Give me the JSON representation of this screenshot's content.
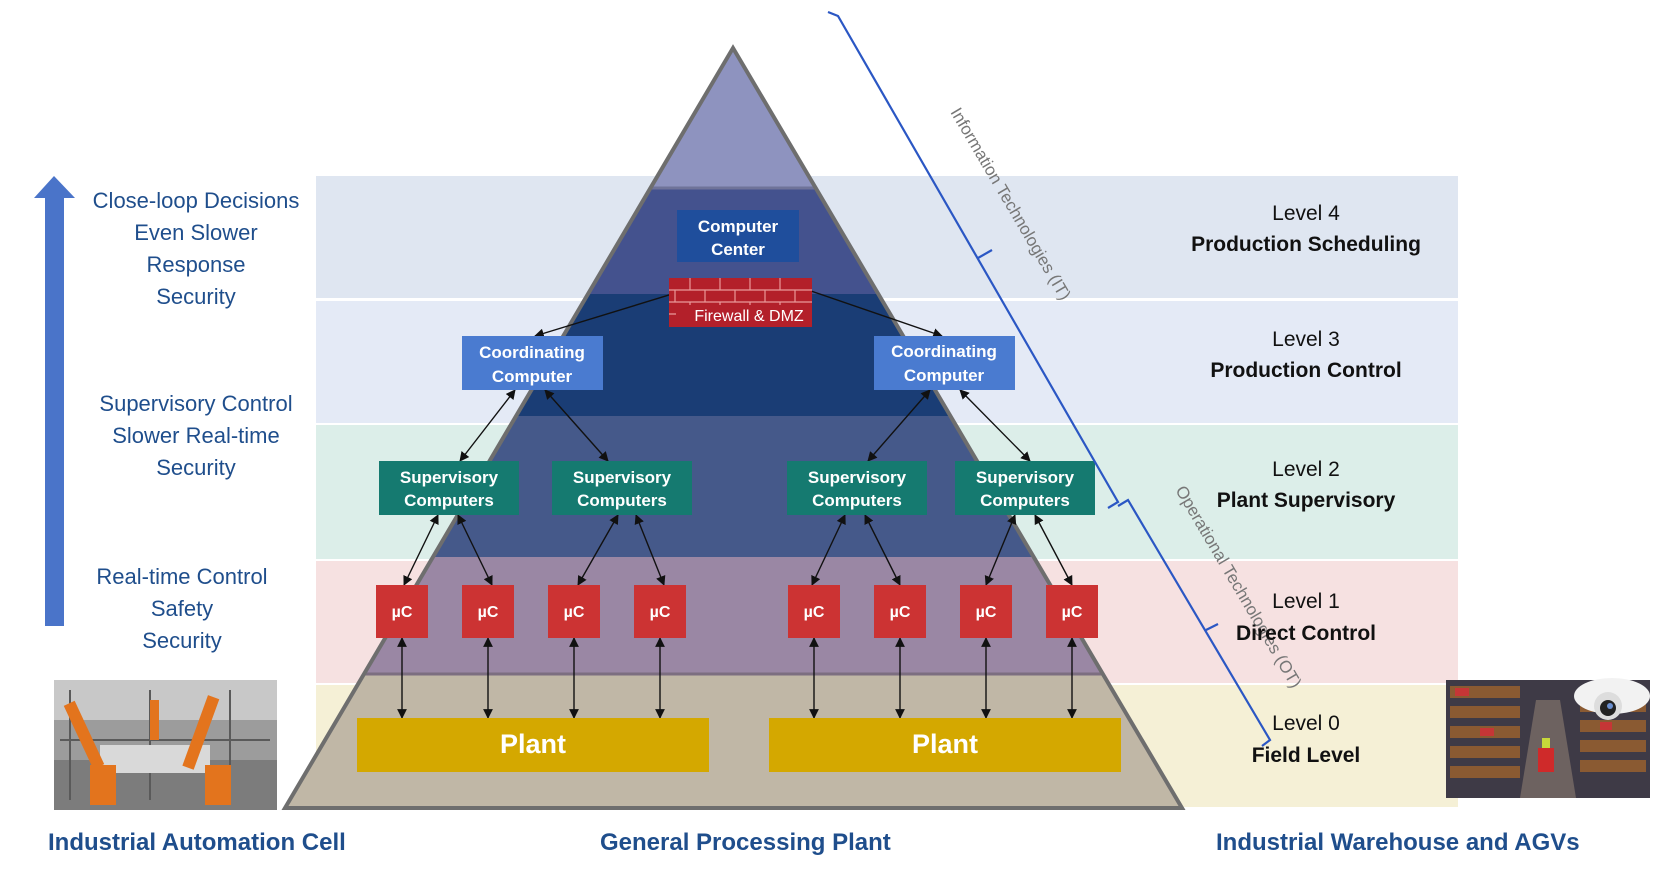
{
  "levels": [
    {
      "level": "Level 4",
      "name": "Production Scheduling",
      "band_color": "#dfe6f1"
    },
    {
      "level": "Level 3",
      "name": "Production Control",
      "band_color": "#e4eaf6"
    },
    {
      "level": "Level 2",
      "name": "Plant Supervisory",
      "band_color": "#dceee9"
    },
    {
      "level": "Level 1",
      "name": "Direct Control",
      "band_color": "#f6e1e1"
    },
    {
      "level": "Level 0",
      "name": "Field Level",
      "band_color": "#f5f0d6"
    }
  ],
  "left_labels": {
    "top": [
      "Close-loop Decisions",
      "Even Slower",
      "Response",
      "Security"
    ],
    "middle": [
      "Supervisory Control",
      "Slower Real-time",
      "Security"
    ],
    "bottom": [
      "Real-time Control",
      "Safety",
      "Security"
    ]
  },
  "nodes": {
    "computer_center": [
      "Computer",
      "Center"
    ],
    "firewall": "Firewall & DMZ",
    "coordinating": [
      "Coordinating",
      "Computer"
    ],
    "supervisory": [
      "Supervisory",
      "Computers"
    ],
    "microcontroller": "µC",
    "plant": "Plant"
  },
  "brackets": {
    "it": "Information Technologies (IT)",
    "ot": "Operational Technologies (OT)"
  },
  "captions": {
    "left": "Industrial Automation Cell",
    "center": "General Processing Plant",
    "right": "Industrial Warehouse and AGVs"
  },
  "colors": {
    "accent_blue": "#1f4e8c",
    "node_blue": "#4a7bd0",
    "node_dark_blue": "#1f4e9c",
    "node_teal": "#157a70",
    "node_red": "#cc3333",
    "firewall_red": "#b3202a",
    "plant_yellow": "#d4a800"
  }
}
